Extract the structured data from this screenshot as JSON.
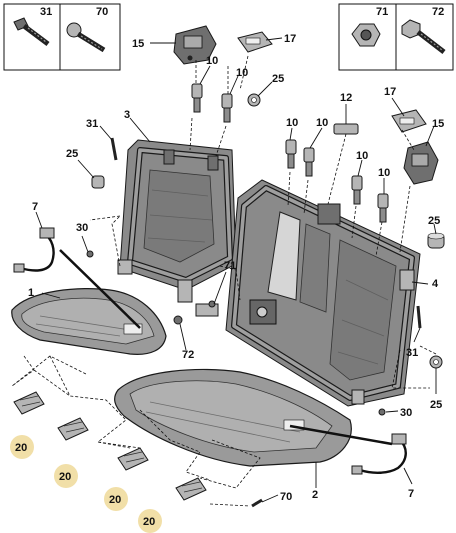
{
  "inset_left": {
    "labels": [
      "31",
      "70"
    ]
  },
  "inset_right": {
    "labels": [
      "71",
      "72"
    ]
  },
  "callouts": {
    "c15a": "15",
    "c17a": "17",
    "c10a": "10",
    "c10b": "10",
    "c25a": "25",
    "c31a": "31",
    "c3": "3",
    "c25b": "25",
    "c7a": "7",
    "c30a": "30",
    "c1": "1",
    "c71": "71",
    "c72": "72",
    "c12": "12",
    "c17b": "17",
    "c15b": "15",
    "c10c": "10",
    "c10d": "10",
    "c10e": "10",
    "c10f": "10",
    "c25c": "25",
    "c4": "4",
    "c31b": "31",
    "c25d": "25",
    "c30b": "30",
    "c7b": "7",
    "c2": "2",
    "c70": "70",
    "c20a": "20",
    "c20b": "20",
    "c20c": "20",
    "c20d": "20"
  },
  "colors": {
    "highlight": "#f1dfa8",
    "part_fill": "#8c8c8c",
    "line": "#111111"
  }
}
